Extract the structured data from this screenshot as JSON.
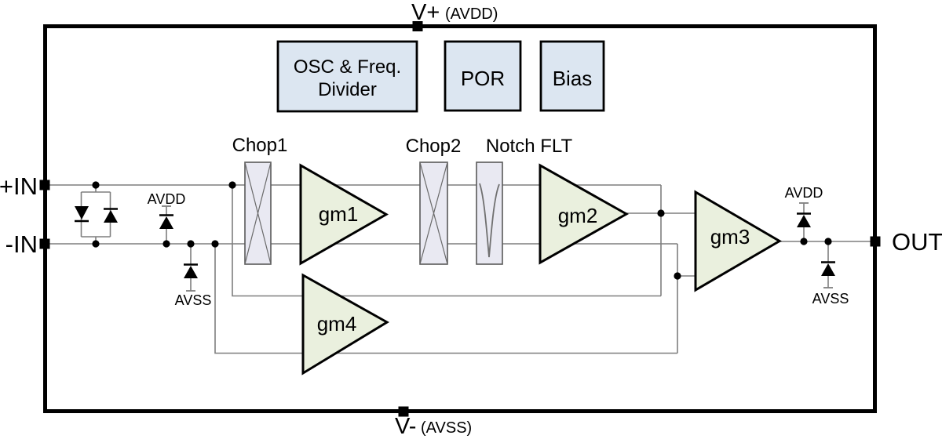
{
  "diagram": {
    "power_top": {
      "pin": "V+",
      "supply": "(AVDD)"
    },
    "power_bottom": {
      "pin": "V-",
      "supply": "(AVSS)"
    },
    "terminals": {
      "in_pos": "+IN",
      "in_neg": "-IN",
      "out": "OUT"
    },
    "blocks": {
      "osc_line1": "OSC & Freq.",
      "osc_line2": "Divider",
      "por": "POR",
      "bias": "Bias",
      "chop1": "Chop1",
      "chop2": "Chop2",
      "notch": "Notch FLT",
      "gm1": "gm1",
      "gm2": "gm2",
      "gm3": "gm3",
      "gm4": "gm4"
    },
    "clamp_labels": {
      "input_avdd": "AVDD",
      "input_avss": "AVSS",
      "output_avdd": "AVDD",
      "output_avss": "AVSS"
    },
    "colors": {
      "logic_box_fill": "#dce6f1",
      "chopper_fill": "#e9e9f2",
      "amp_fill": "#eaf0de",
      "wire": "#7f7f7f",
      "ink": "#000000"
    }
  }
}
